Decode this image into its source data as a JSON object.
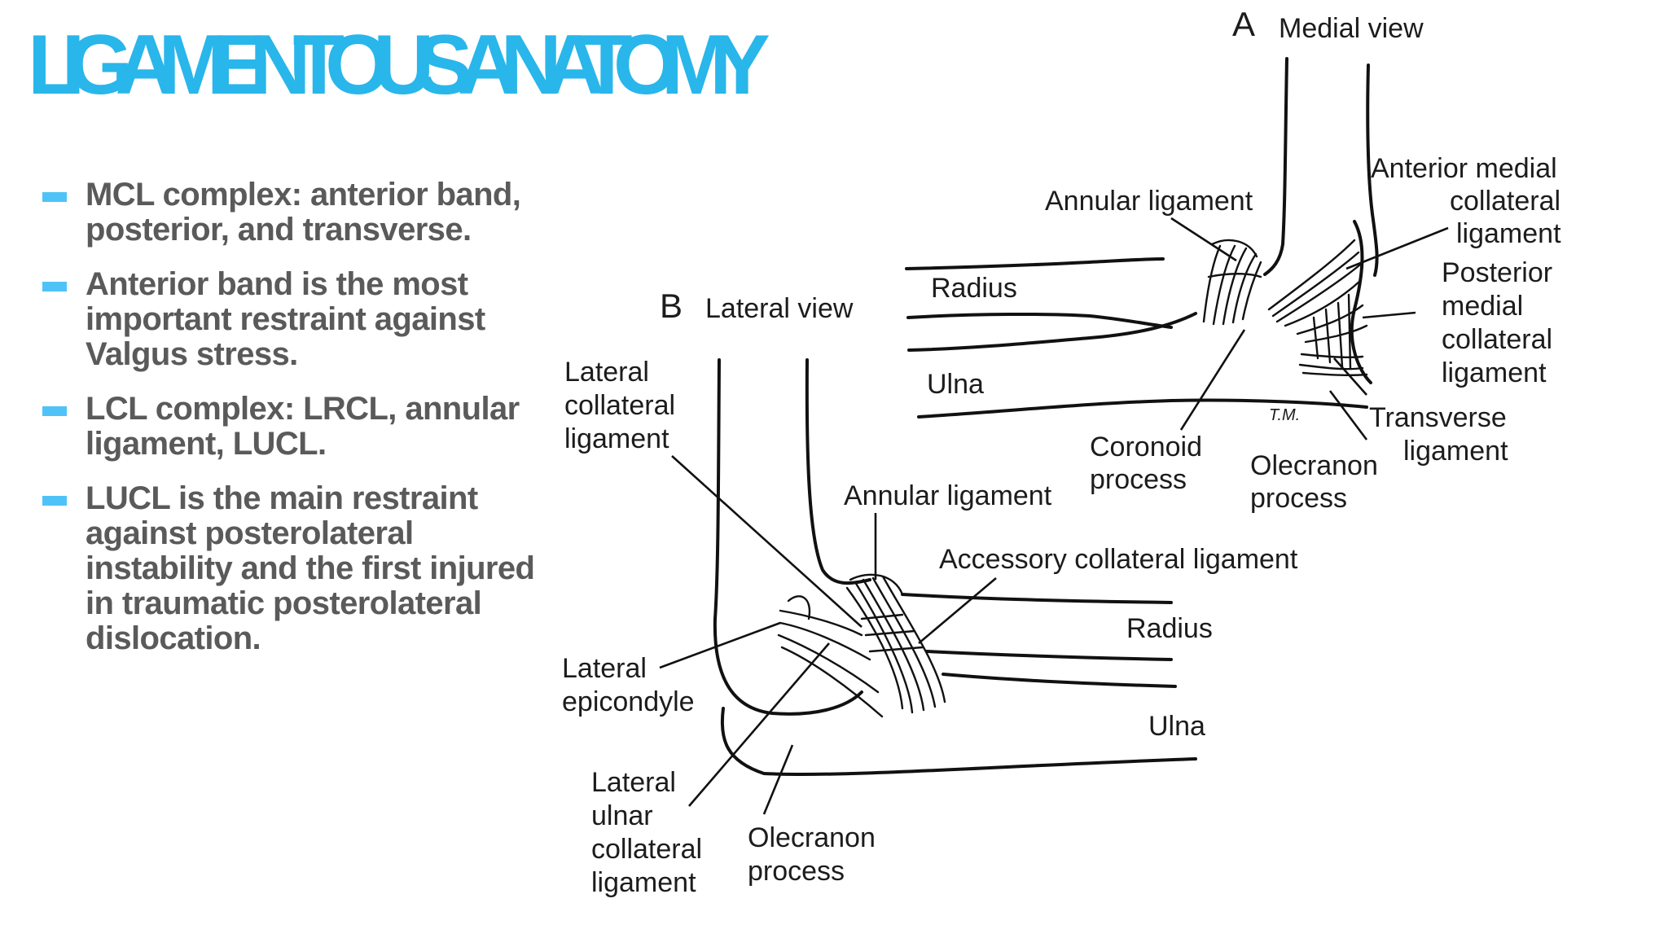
{
  "title": "LIGAMENTOUS ANATOMY",
  "bullets": [
    {
      "text": "MCL complex: anterior band, posterior, and transverse."
    },
    {
      "text": "Anterior band is the most important restraint against Valgus stress."
    },
    {
      "text": "LCL complex: LRCL, annular ligament, LUCL."
    },
    {
      "text": "LUCL is the main restraint against posterolateral instability and the first injured in traumatic posterolateral dislocation."
    }
  ],
  "figure": {
    "medial": {
      "letter": "A",
      "view": "Medial view",
      "labels": {
        "annular": "Annular ligament",
        "anterior_mcl": [
          "Anterior medial",
          "collateral",
          "ligament"
        ],
        "radius": "Radius",
        "posterior_mcl": [
          "Posterior",
          "medial",
          "collateral",
          "ligament"
        ],
        "ulna": "Ulna",
        "transverse": [
          "Transverse",
          "ligament"
        ],
        "coronoid": [
          "Coronoid",
          "process"
        ],
        "olecranon": [
          "Olecranon",
          "process"
        ],
        "initials": "T.M."
      }
    },
    "lateral": {
      "letter": "B",
      "view": "Lateral view",
      "labels": {
        "lcl": [
          "Lateral",
          "collateral",
          "ligament"
        ],
        "annular": "Annular ligament",
        "accessory": "Accessory collateral ligament",
        "radius": "Radius",
        "epicondyle": [
          "Lateral",
          "epicondyle"
        ],
        "ulna": "Ulna",
        "lucl": [
          "Lateral",
          "ulnar",
          "collateral",
          "ligament"
        ],
        "olecranon": [
          "Olecranon",
          "process"
        ]
      }
    }
  }
}
